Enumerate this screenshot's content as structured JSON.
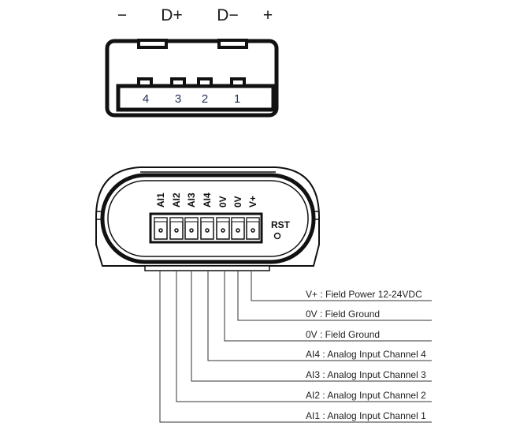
{
  "usb_connector": {
    "polarity_labels": [
      "−",
      "D+",
      "D−",
      "+"
    ],
    "pin_numbers": [
      "4",
      "3",
      "2",
      "1"
    ],
    "number_color": "#1f2d55"
  },
  "device": {
    "terminal_labels": [
      "AI1",
      "AI2",
      "AI3",
      "AI4",
      "0V",
      "0V",
      "V+"
    ],
    "reset_label": "RST"
  },
  "pin_descriptions": [
    "V+ : Field Power 12-24VDC",
    "0V : Field Ground",
    "0V : Field Ground",
    "AI4 : Analog Input Channel 4",
    "AI3 : Analog Input Channel 3",
    "AI2 : Analog Input Channel 2",
    "AI1 : Analog Input Channel 1"
  ]
}
